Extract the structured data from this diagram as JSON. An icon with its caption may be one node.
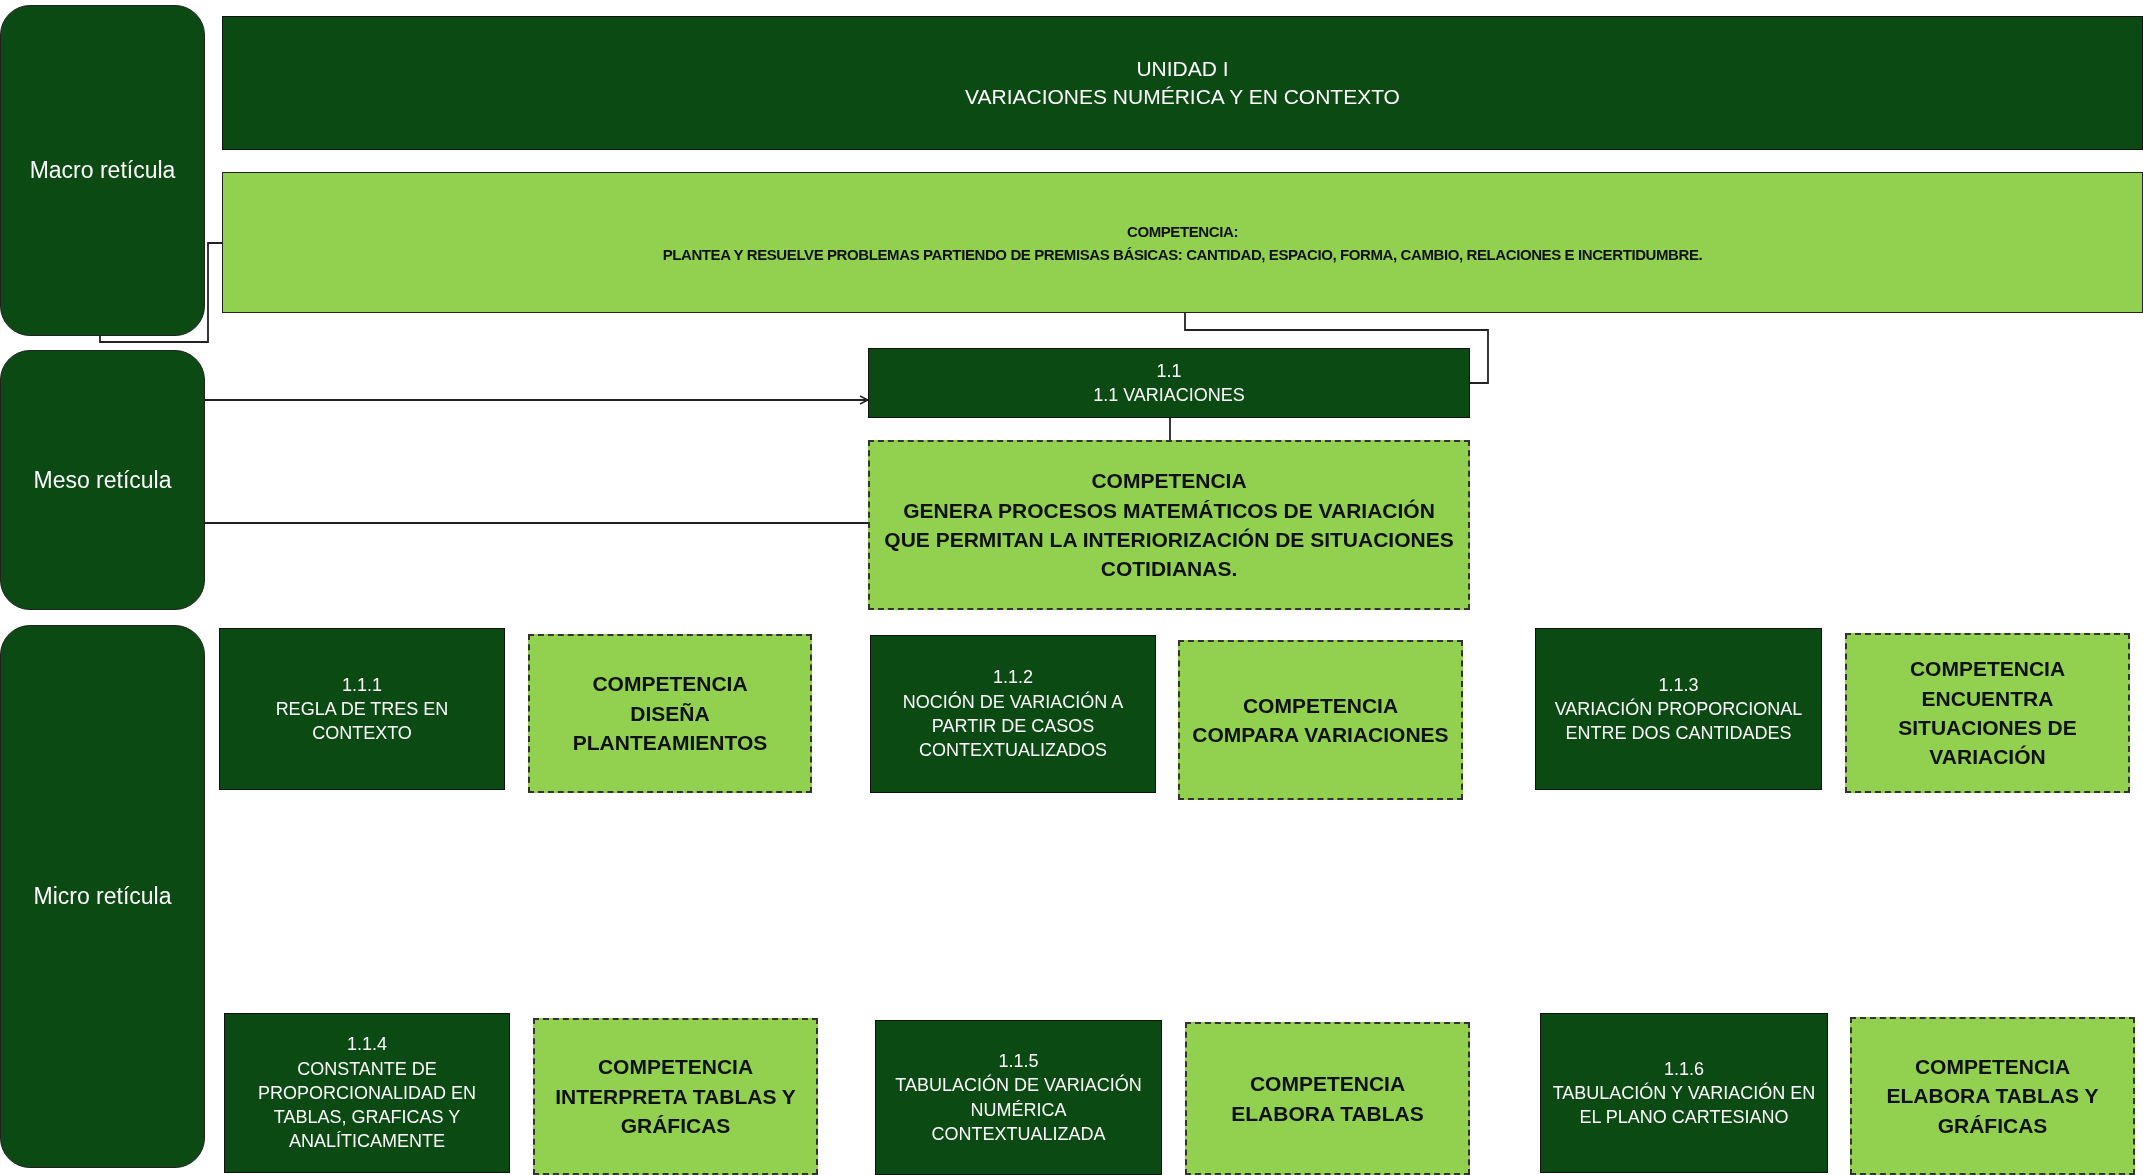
{
  "diagram": {
    "nodes": [
      {
        "text": [
          "Macro retícula"
        ]
      },
      {
        "text": [
          "UNIDAD I",
          "VARIACIONES NUMÉRICA Y EN CONTEXTO"
        ]
      },
      {
        "text": [
          "COMPETENCIA:",
          "PLANTEA  Y RESUELVE PROBLEMAS PARTIENDO DE PREMISAS BÁSICAS: CANTIDAD, ESPACIO, FORMA, CAMBIO, RELACIONES E INCERTIDUMBRE."
        ]
      },
      {
        "text": [
          "Meso retícula"
        ]
      },
      {
        "text": [
          "1.1",
          "1.1 VARIACIONES"
        ]
      },
      {
        "text": [
          "COMPETENCIA",
          "GENERA PROCESOS MATEMÁTICOS DE VARIACIÓN QUE PERMITAN LA INTERIORIZACIÓN DE SITUACIONES COTIDIANAS."
        ]
      },
      {
        "text": [
          "Micro retícula"
        ]
      },
      {
        "text": [
          "1.1.1",
          "REGLA DE TRES EN CONTEXTO"
        ]
      },
      {
        "text": [
          "COMPETENCIA",
          "DISEÑA PLANTEAMIENTOS"
        ]
      },
      {
        "text": [
          "1.1.2",
          "NOCIÓN DE VARIACIÓN A PARTIR DE CASOS CONTEXTUALIZADOS"
        ]
      },
      {
        "text": [
          "COMPETENCIA",
          "COMPARA VARIACIONES"
        ]
      },
      {
        "text": [
          "1.1.3",
          "VARIACIÓN PROPORCIONAL ENTRE DOS CANTIDADES"
        ]
      },
      {
        "text": [
          "COMPETENCIA",
          "ENCUENTRA SITUACIONES DE VARIACIÓN"
        ]
      },
      {
        "text": [
          "1.1.4",
          "CONSTANTE DE PROPORCIONALIDAD EN TABLAS, GRAFICAS Y ANALÍTICAMENTE"
        ]
      },
      {
        "text": [
          "COMPETENCIA",
          "INTERPRETA TABLAS Y GRÁFICAS"
        ]
      },
      {
        "text": [
          "1.1.5",
          "TABULACIÓN DE VARIACIÓN NUMÉRICA CONTEXTUALIZADA"
        ]
      },
      {
        "text": [
          "COMPETENCIA",
          "ELABORA TABLAS"
        ]
      },
      {
        "text": [
          "1.1.6",
          "TABULACIÓN Y VARIACIÓN EN EL PLANO CARTESIANO"
        ]
      },
      {
        "text": [
          "COMPETENCIA",
          "ELABORA TABLAS Y GRÁFICAS"
        ]
      }
    ],
    "edges": [
      {
        "from": 0,
        "to": 2,
        "arrow": "none"
      },
      {
        "from": 2,
        "to": 4,
        "arrow": "none"
      },
      {
        "from": 3,
        "to": 4,
        "arrow": "to"
      },
      {
        "from": 3,
        "to": 5,
        "arrow": "none"
      },
      {
        "from": 4,
        "to": 5,
        "arrow": "none"
      }
    ]
  }
}
